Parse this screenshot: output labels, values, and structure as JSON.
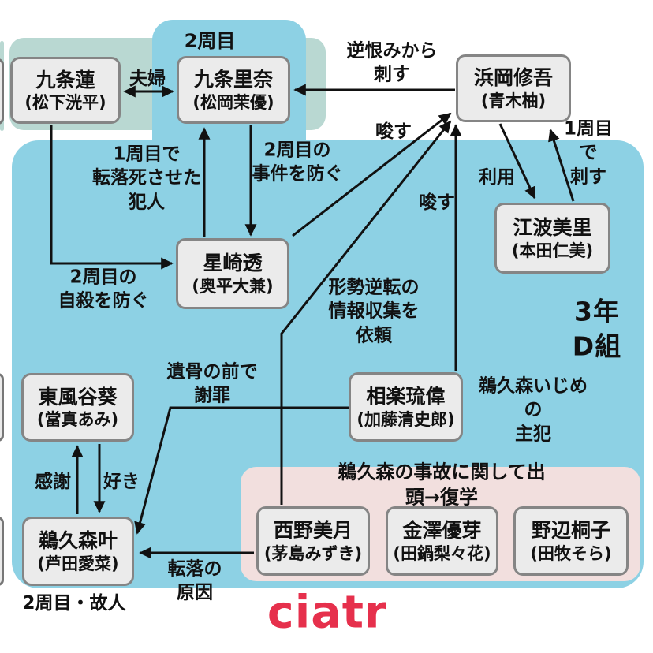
{
  "colors": {
    "main_blue": "#8dd1e4",
    "teal": "#b9d8d2",
    "pink": "#f2dfde",
    "box_fill": "#ebebeb",
    "box_border": "#858585",
    "line": "#111111",
    "logo_red": "#e6304c"
  },
  "banner": {
    "label": "2周目"
  },
  "class_label": "3年D組",
  "watermark": "ciatr",
  "characters": {
    "kujo_ren": {
      "name": "九条蓮",
      "actor": "(松下洸平)"
    },
    "kujo_rina": {
      "name": "九条里奈",
      "actor": "(松岡茉優)"
    },
    "hamaoka": {
      "name": "浜岡修吾",
      "actor": "(青木柚)"
    },
    "hoshizaki": {
      "name": "星崎透",
      "actor": "(奥平大兼)"
    },
    "enami": {
      "name": "江波美里",
      "actor": "(本田仁美)"
    },
    "sagara": {
      "name": "相楽琉偉",
      "actor": "(加藤清史郎)"
    },
    "kochiya": {
      "name": "東風谷葵",
      "actor": "(當真あみ)"
    },
    "ukumori": {
      "name": "鵜久森叶",
      "actor": "(芦田愛菜)"
    },
    "nishino": {
      "name": "西野美月",
      "actor": "(茅島みずき)"
    },
    "kanazawa": {
      "name": "金澤優芽",
      "actor": "(田鍋梨々花)"
    },
    "nobe": {
      "name": "野辺桐子",
      "actor": "(田牧そら)"
    }
  },
  "edge_labels": {
    "fuufu": "夫婦",
    "sakaurami": "逆恨みから\n刺す",
    "sosonokasu_a": "唆す",
    "sosonokasu_b": "唆す",
    "riyou": "利用",
    "sashita_1shume": "1周目で\n刺す",
    "hannin": "1周目で\n転落死させた\n犯人",
    "jiken_fusegu": "2周目の\n事件を防ぐ",
    "jisatsu_fusegu": "2周目の\n自殺を防ぐ",
    "keisei": "形勢逆転の\n情報収集を\n依頼",
    "ijime_shuhan": "鵜久森いじめの\n主犯",
    "ikotsu_shazai": "遺骨の前で\n謝罪",
    "kansha": "感謝",
    "suki": "好き",
    "tenraku_genin": "転落の\n原因",
    "nishume_kojin": "2周目・故人"
  },
  "pink_group": {
    "title": "鵜久森の事故に関して出頭→復学"
  }
}
